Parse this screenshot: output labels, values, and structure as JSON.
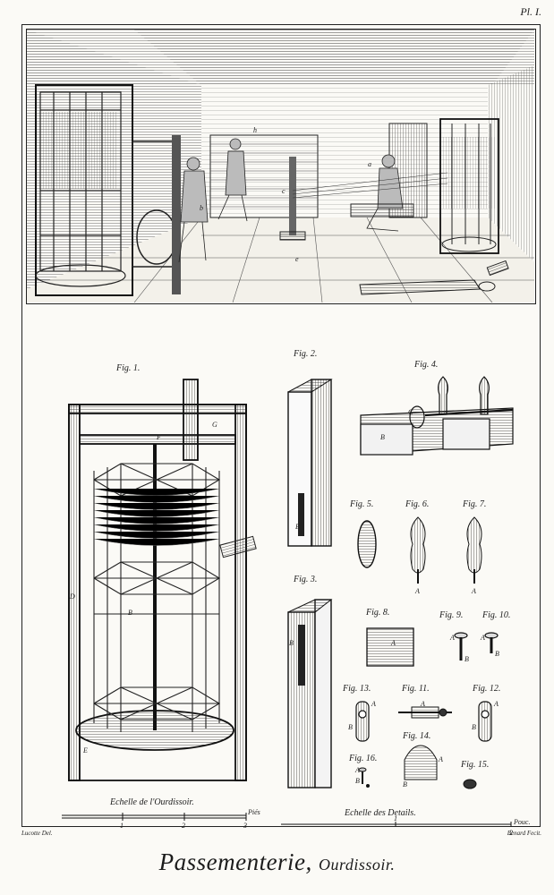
{
  "plate": "Pl. I.",
  "scene_letters": [
    "h",
    "a",
    "c",
    "b",
    "e"
  ],
  "figures": [
    {
      "id": "fig1",
      "label": "Fig. 1."
    },
    {
      "id": "fig2",
      "label": "Fig. 2."
    },
    {
      "id": "fig3",
      "label": "Fig. 3."
    },
    {
      "id": "fig4",
      "label": "Fig. 4."
    },
    {
      "id": "fig5",
      "label": "Fig. 5."
    },
    {
      "id": "fig6",
      "label": "Fig. 6."
    },
    {
      "id": "fig7",
      "label": "Fig. 7."
    },
    {
      "id": "fig8",
      "label": "Fig. 8."
    },
    {
      "id": "fig9",
      "label": "Fig. 9."
    },
    {
      "id": "fig10",
      "label": "Fig. 10."
    },
    {
      "id": "fig11",
      "label": "Fig. 11."
    },
    {
      "id": "fig12",
      "label": "Fig. 12."
    },
    {
      "id": "fig13",
      "label": "Fig. 13."
    },
    {
      "id": "fig14",
      "label": "Fig. 14."
    },
    {
      "id": "fig15",
      "label": "Fig. 15."
    },
    {
      "id": "fig16",
      "label": "Fig. 16."
    }
  ],
  "part_letters": [
    "A",
    "B",
    "C",
    "D",
    "E",
    "F",
    "G"
  ],
  "scale_ourdissoir": {
    "title": "Echelle de l'Ourdissoir.",
    "ticks": [
      "1",
      "2",
      "3"
    ],
    "unit": "Piés"
  },
  "scale_details": {
    "title": "Echelle des Details.",
    "ticks": [
      "1",
      "2"
    ],
    "unit": "Pouc."
  },
  "credits": {
    "left": "Lucotte Del.",
    "right": "Benard Fecit."
  },
  "title": {
    "main": "Passementerie,",
    "sub": "Ourdissoir."
  }
}
